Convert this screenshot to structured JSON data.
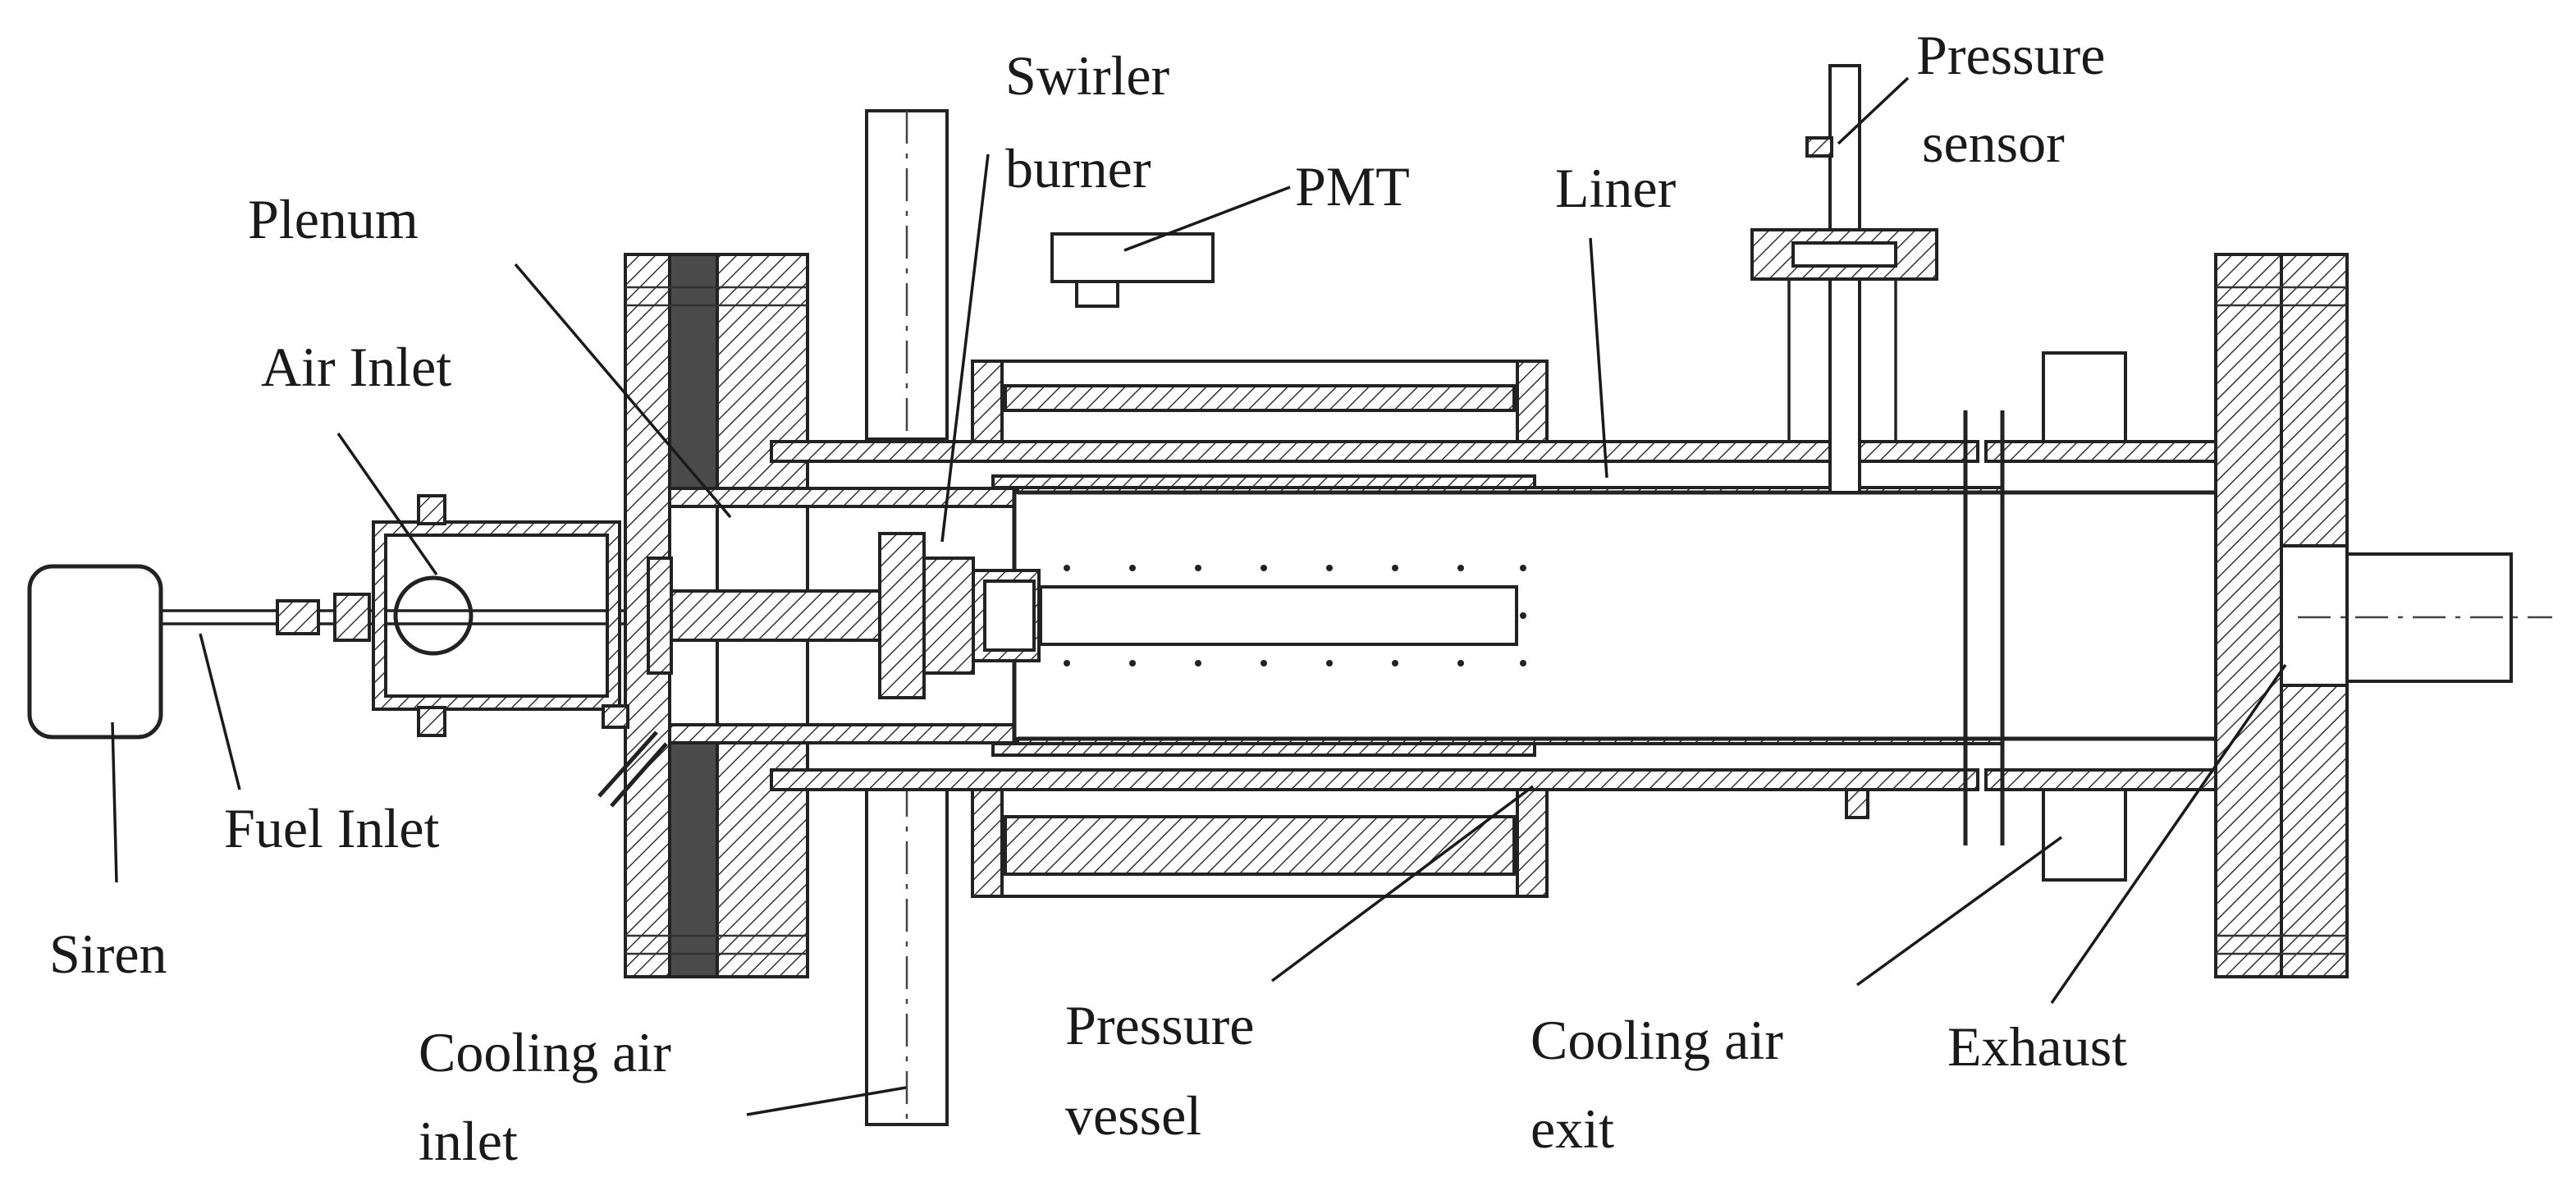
{
  "labels": {
    "swirler_burner_line1": "Swirler",
    "swirler_burner_line2": "burner",
    "pressure_sensor_line1": "Pressure",
    "pressure_sensor_line2": "sensor",
    "pmt": "PMT",
    "plenum": "Plenum",
    "liner": "Liner",
    "air_inlet": "Air Inlet",
    "fuel_inlet": "Fuel Inlet",
    "siren": "Siren",
    "cooling_air_inlet_line1": "Cooling air",
    "cooling_air_inlet_line2": "inlet",
    "pressure_vessel_line1": "Pressure",
    "pressure_vessel_line2": "vessel",
    "cooling_air_exit_line1": "Cooling air",
    "cooling_air_exit_line2": "exit",
    "exhaust": "Exhaust"
  },
  "colors": {
    "line": "#222222",
    "text": "#1a1a1a",
    "dark_fill": "#4a4a4a",
    "background": "#ffffff"
  }
}
